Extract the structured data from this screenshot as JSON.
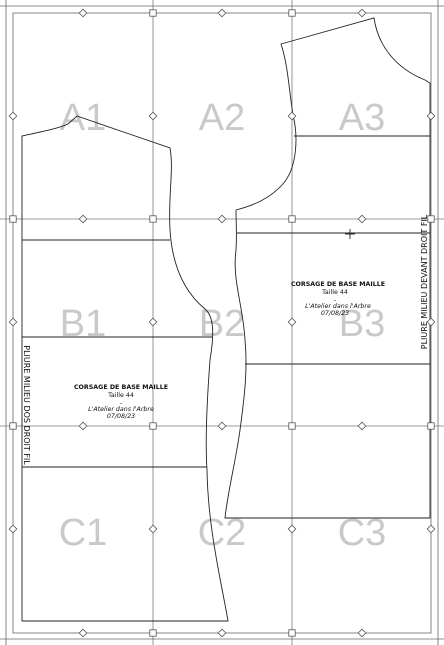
{
  "grid": {
    "cells": [
      {
        "id": "A1",
        "label": "A1"
      },
      {
        "id": "A2",
        "label": "A2"
      },
      {
        "id": "A3",
        "label": "A3"
      },
      {
        "id": "B1",
        "label": "B1"
      },
      {
        "id": "B2",
        "label": "B2"
      },
      {
        "id": "B3",
        "label": "B3"
      },
      {
        "id": "C1",
        "label": "C1"
      },
      {
        "id": "C2",
        "label": "C2"
      },
      {
        "id": "C3",
        "label": "C3"
      }
    ]
  },
  "back_piece": {
    "title": "CORSAGE DE BASE MAILLE",
    "size": "Taille 44",
    "separator": "-",
    "brand": "L'Atelier dans l'Arbre",
    "date": "07/08/23",
    "fold_note": "PLIURE MILIEU DOS DROIT FIL"
  },
  "front_piece": {
    "title": "CORSAGE DE BASE MAILLE",
    "size": "Taille 44",
    "separator": "-",
    "brand": "L'Atelier dans l'Arbre",
    "date": "07/08/23",
    "fold_note": "PLIURE MILIEU DEVANT DROIT FIL"
  },
  "colors": {
    "cell_label": "#c9c9c9",
    "pattern_line": "#222222",
    "grid_line": "#7a7a7a"
  }
}
